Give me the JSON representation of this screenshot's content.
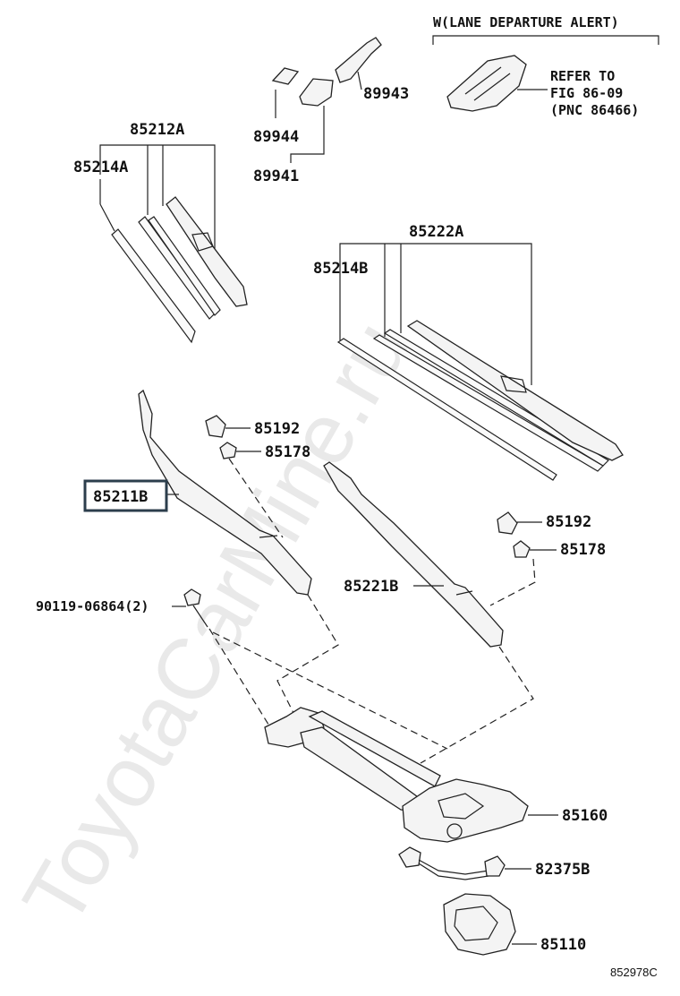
{
  "watermark": "ToyotaCarMine.ru",
  "note": {
    "header": "W(LANE DEPARTURE ALERT)",
    "line1": "REFER TO",
    "line2": "FIG 86-09",
    "line3": "(PNC 86466)"
  },
  "labels": {
    "p89943": "89943",
    "p89944": "89944",
    "p89941": "89941",
    "p85212A": "85212A",
    "p85214A": "85214A",
    "p85222A": "85222A",
    "p85214B": "85214B",
    "p85192a": "85192",
    "p85178a": "85178",
    "p85211B": "85211B",
    "p85192b": "85192",
    "p85178b": "85178",
    "p90119": "90119-06864(2)",
    "p85221B": "85221B",
    "p85160": "85160",
    "p82375B": "82375B",
    "p85110": "85110"
  },
  "figure_id": "852978C",
  "colors": {
    "highlight_border": "#2c3e4c",
    "line": "#222222"
  }
}
